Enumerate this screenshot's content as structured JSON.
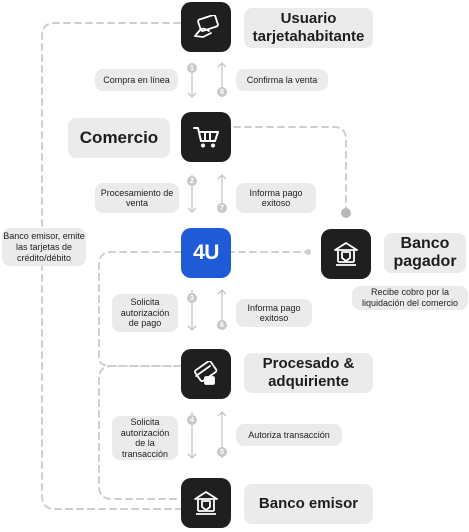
{
  "nodes": {
    "usuario": "Usuario tarjetahabitante",
    "comercio": "Comercio",
    "brand": "4U",
    "banco_pagador": "Banco pagador",
    "procesado": "Procesado & adquiriente",
    "banco_emisor": "Banco emisor"
  },
  "steps": {
    "s1": {
      "num": "1",
      "label": "Compra en línea"
    },
    "s2": {
      "num": "2",
      "label": "Procesamiento de venta"
    },
    "s3": {
      "num": "3",
      "label": "Solicita autorización de pago"
    },
    "s4": {
      "num": "4",
      "label": "Solicita autorización de la transacción"
    },
    "s5": {
      "num": "5",
      "label": "Autoriza transacción"
    },
    "s6": {
      "num": "6",
      "label": "Informa pago exitoso"
    },
    "s7": {
      "num": "7",
      "label": "Informa pago exitoso"
    },
    "s8": {
      "num": "8",
      "label": "Confirma la venta"
    }
  },
  "notes": {
    "banco_emisor_side": "Banco emisor, emite las tarjetas de crédito/débito",
    "banco_pagador_sub": "Recibe cobro por la liquidación del comercio"
  },
  "icons": [
    "card-hand-icon",
    "cart-icon",
    "bank-icon",
    "card-icon"
  ],
  "colors": {
    "node": "#1f1f1f",
    "brand": "#1f5bd6",
    "pill": "#ebebeb",
    "connector": "#cfcfcf"
  }
}
